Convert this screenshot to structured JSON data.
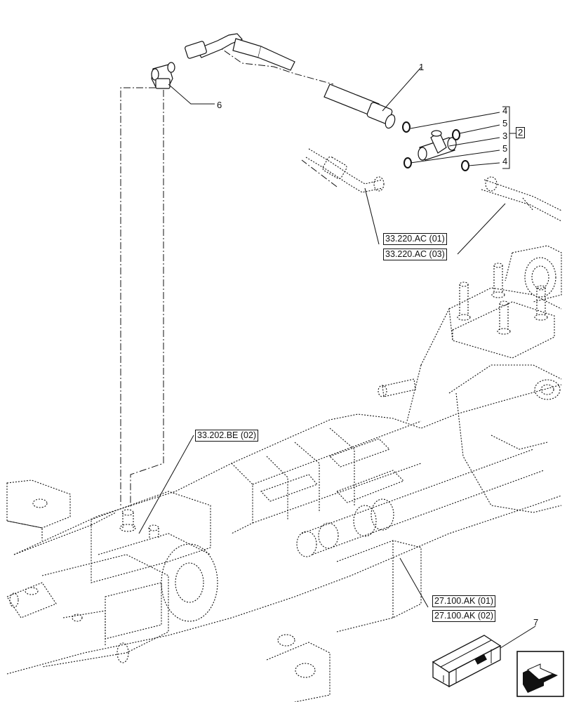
{
  "callouts": {
    "c1": "1",
    "c6": "6",
    "c4a": "4",
    "c5a": "5",
    "c3": "3",
    "c5b": "5",
    "c4b": "4",
    "c2": "2",
    "c7": "7"
  },
  "refs": {
    "r1": "33.220.AC (01)",
    "r2": "33.220.AC (03)",
    "r3": "33.202.BE (02)",
    "r4": "27.100.AK (01)",
    "r5": "27.100.AK (02)"
  },
  "icons": {
    "kit": "kit-box-icon",
    "nav": "next-page-arrow-icon"
  }
}
